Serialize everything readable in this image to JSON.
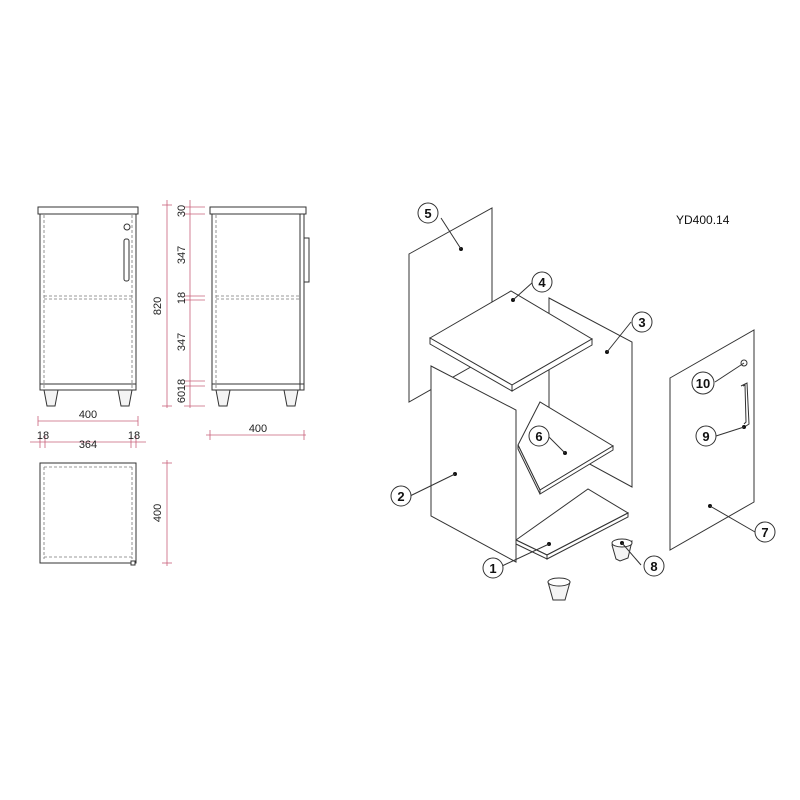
{
  "model_code": "YD400.14",
  "front_view": {
    "width_label": "400",
    "inner_width_label": "364",
    "left_panel_label": "18",
    "right_panel_label": "18"
  },
  "side_view": {
    "total_height_label": "820",
    "segments": [
      "30",
      "347",
      "18",
      "347",
      "18",
      "60"
    ],
    "depth_label": "400"
  },
  "top_view": {
    "depth_label": "400"
  },
  "parts": [
    {
      "number": "1"
    },
    {
      "number": "2"
    },
    {
      "number": "3"
    },
    {
      "number": "4"
    },
    {
      "number": "5"
    },
    {
      "number": "6"
    },
    {
      "number": "7"
    },
    {
      "number": "8"
    },
    {
      "number": "9"
    },
    {
      "number": "10"
    }
  ]
}
